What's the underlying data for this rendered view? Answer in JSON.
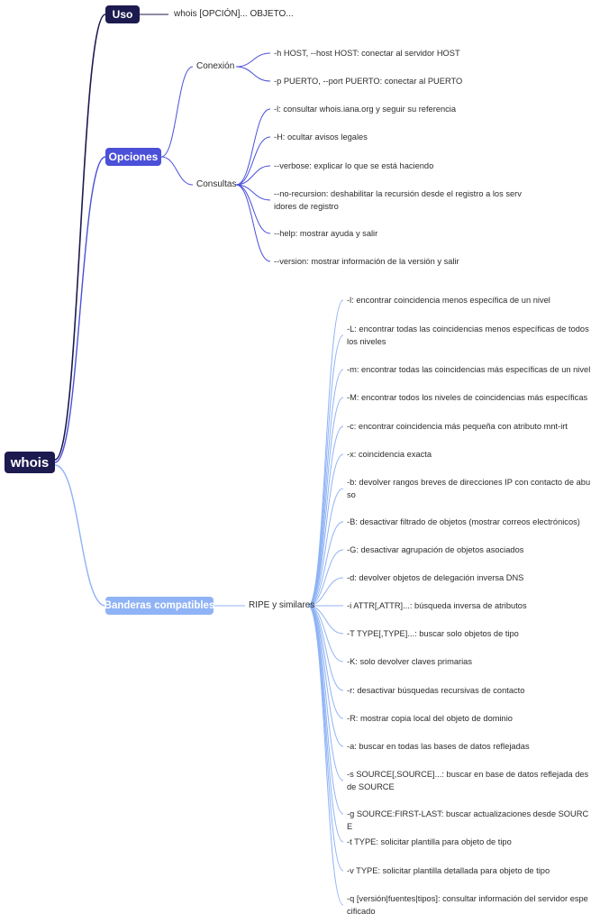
{
  "root": {
    "label": "whois"
  },
  "colors": {
    "dark": "#1c1a4f",
    "opciones": "#4a50d8",
    "banderas": "#8fb3f5"
  },
  "uso": {
    "label": "Uso",
    "value": "whois [OPCIÓN]... OBJETO..."
  },
  "opciones": {
    "label": "Opciones",
    "conexion": {
      "label": "Conexión",
      "items": [
        "-h HOST, --host HOST: conectar al servidor HOST",
        "-p PUERTO, --port PUERTO: conectar al PUERTO"
      ]
    },
    "consultas": {
      "label": "Consultas",
      "items": [
        "-l: consultar whois.iana.org y seguir su referencia",
        "-H: ocultar avisos legales",
        "--verbose: explicar lo que se está haciendo",
        "--no-recursion: deshabilitar la recursión desde el registro a los servidores de registro",
        "--help: mostrar ayuda y salir",
        "--version: mostrar información de la versión y salir"
      ]
    }
  },
  "banderas": {
    "label": "Banderas compatibles",
    "ripe": {
      "label": "RIPE y similares",
      "items": [
        "-l: encontrar coincidencia menos específica de un nivel",
        "-L: encontrar todas las coincidencias menos específicas de todos los niveles",
        "-m: encontrar todas las coincidencias más específicas de un nivel",
        "-M: encontrar todos los niveles de coincidencias más específicas",
        "-c: encontrar coincidencia más pequeña con atributo mnt-irt",
        "-x: coincidencia exacta",
        "-b: devolver rangos breves de direcciones IP con contacto de abuso",
        "-B: desactivar filtrado de objetos (mostrar correos electrónicos)",
        "-G: desactivar agrupación de objetos asociados",
        "-d: devolver objetos de delegación inversa DNS",
        "-i ATTR[,ATTR]...: búsqueda inversa de atributos",
        "-T TYPE[,TYPE]...: buscar solo objetos de tipo",
        "-K: solo devolver claves primarias",
        "-r: desactivar búsquedas recursivas de contacto",
        "-R: mostrar copia local del objeto de dominio",
        "-a: buscar en todas las bases de datos reflejadas",
        "-s SOURCE[,SOURCE]...: buscar en base de datos reflejada desde SOURCE",
        "-g SOURCE:FIRST-LAST: buscar actualizaciones desde SOURCE",
        "-t TYPE: solicitar plantilla para objeto de tipo",
        "-v TYPE: solicitar plantilla detallada para objeto de tipo",
        "-q [versión|fuentes|tipos]: consultar información del servidor especificado"
      ]
    }
  }
}
